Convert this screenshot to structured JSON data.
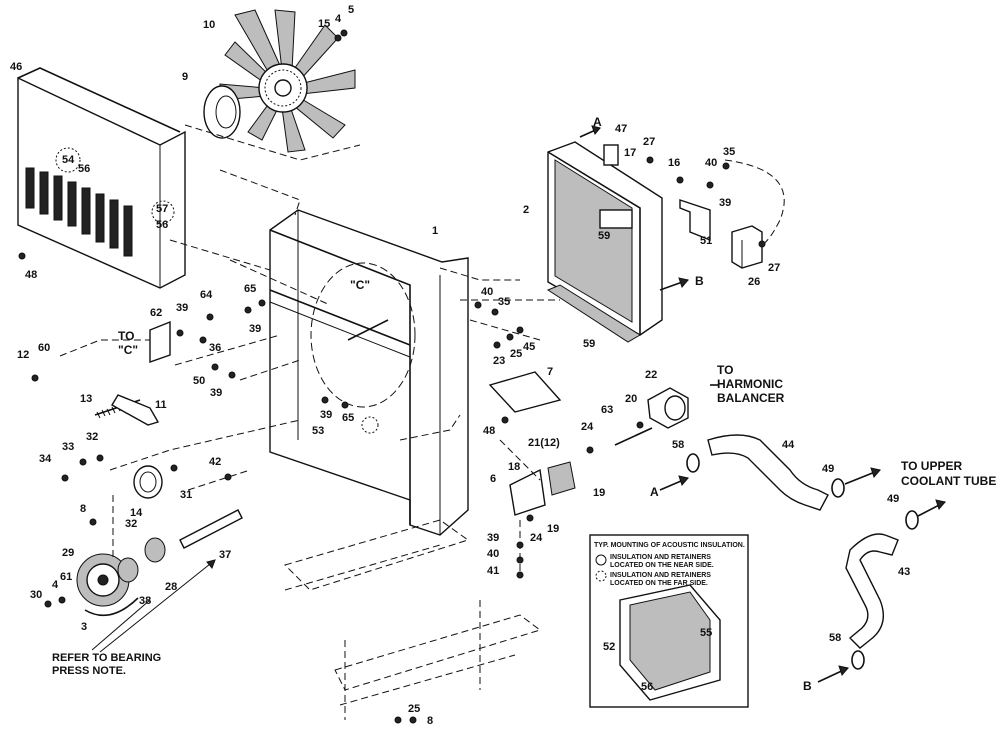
{
  "labels": {
    "p1": "1",
    "p2": "2",
    "p3": "3",
    "p4a": "4",
    "p4b": "4",
    "p5": "5",
    "p6": "6",
    "p7": "7",
    "p8a": "8",
    "p8b": "8",
    "p9": "9",
    "p10": "10",
    "p11": "11",
    "p12": "12",
    "p13": "13",
    "p14": "14",
    "p15": "15",
    "p16": "16",
    "p17": "17",
    "p18": "18",
    "p19a": "19",
    "p19b": "19",
    "p20": "20",
    "p21": "21(12)",
    "p22": "22",
    "p23": "23",
    "p24a": "24",
    "p24b": "24",
    "p25a": "25",
    "p25b": "25",
    "p26": "26",
    "p27a": "27",
    "p27b": "27",
    "p28": "28",
    "p29": "29",
    "p30": "30",
    "p31": "31",
    "p32a": "32",
    "p32b": "32",
    "p33": "33",
    "p34": "34",
    "p35a": "35",
    "p35b": "35",
    "p36": "36",
    "p37": "37",
    "p38": "38",
    "p39a": "39",
    "p39b": "39",
    "p39c": "39",
    "p39d": "39",
    "p39e": "39",
    "p39f": "39",
    "p40a": "40",
    "p40b": "40",
    "p40c": "40",
    "p41": "41",
    "p42": "42",
    "p43": "43",
    "p44": "44",
    "p45": "45",
    "p46": "46",
    "p47": "47",
    "p48a": "48",
    "p48b": "48",
    "p49a": "49",
    "p49b": "49",
    "p50": "50",
    "p51": "51",
    "p52": "52",
    "p53": "53",
    "p54": "54",
    "p55": "55",
    "p56a": "56",
    "p56b": "56",
    "p57": "57",
    "p58a": "58",
    "p58b": "58",
    "p59a": "59",
    "p59b": "59",
    "p60": "60",
    "p61": "61",
    "p62": "62",
    "p63": "63",
    "p64": "64",
    "p65a": "65",
    "p65b": "65",
    "p56c": "56"
  },
  "callouts": {
    "to_c_line1": "TO",
    "to_c_line2": "\"C\"",
    "c_marker": "\"C\"",
    "arrow_a_top": "A",
    "arrow_a_mid": "A",
    "arrow_b_mid": "B",
    "arrow_b_bottom": "B",
    "to_harmonic_line1": "TO",
    "to_harmonic_line2": "HARMONIC",
    "to_harmonic_line3": "BALANCER",
    "to_upper_line1": "TO UPPER",
    "to_upper_line2": "COOLANT TUBE",
    "bearing_line1": "REFER TO BEARING",
    "bearing_line2": "PRESS NOTE."
  },
  "inset": {
    "title": "TYP. MOUNTING OF ACOUSTIC INSULATION.",
    "near_line1": "INSULATION AND RETAINERS",
    "near_line2": "LOCATED ON THE NEAR SIDE.",
    "far_line1": "INSULATION AND RETAINERS",
    "far_line2": "LOCATED ON THE FAR SIDE."
  }
}
